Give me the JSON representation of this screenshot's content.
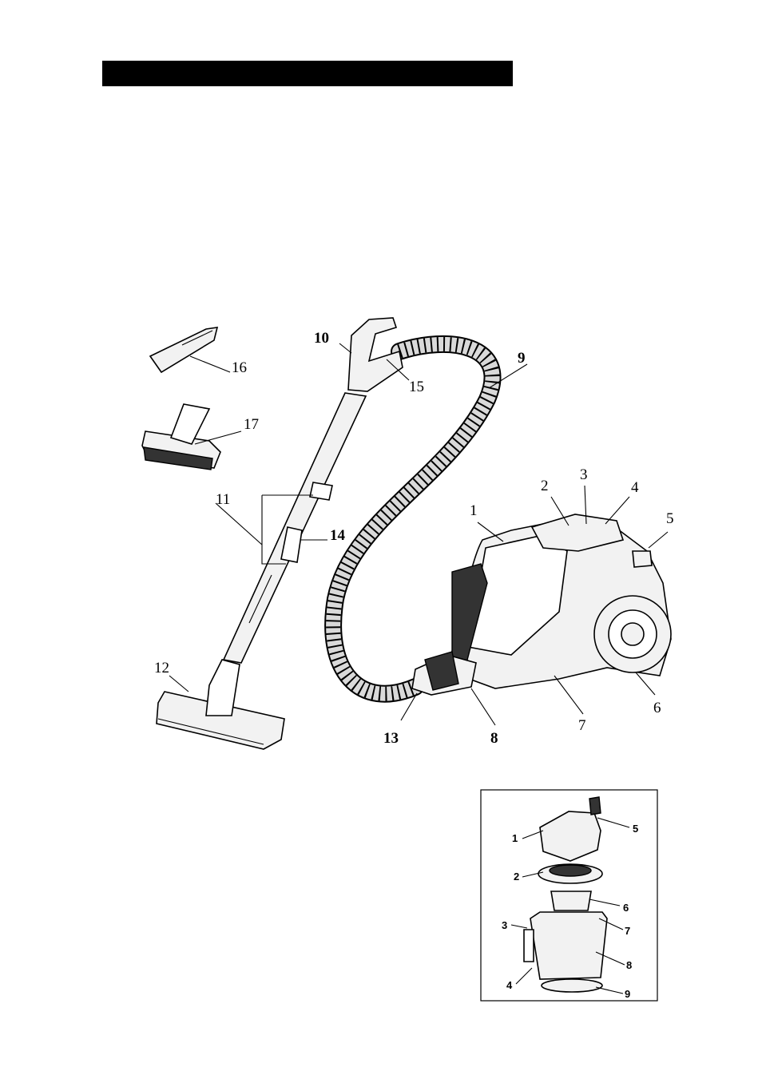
{
  "main_diagram": {
    "labels": {
      "l1": "1",
      "l2": "2",
      "l3": "3",
      "l4": "4",
      "l5": "5",
      "l6": "6",
      "l7": "7",
      "l8": "8",
      "l9": "9",
      "l10": "10",
      "l11": "11",
      "l12": "12",
      "l13": "13",
      "l14": "14",
      "l15": "15",
      "l16": "16",
      "l17": "17"
    }
  },
  "inset_diagram": {
    "labels": {
      "l1": "1",
      "l2": "2",
      "l3": "3",
      "l4": "4",
      "l5": "5",
      "l6": "6",
      "l7": "7",
      "l8": "8",
      "l9": "9"
    }
  }
}
